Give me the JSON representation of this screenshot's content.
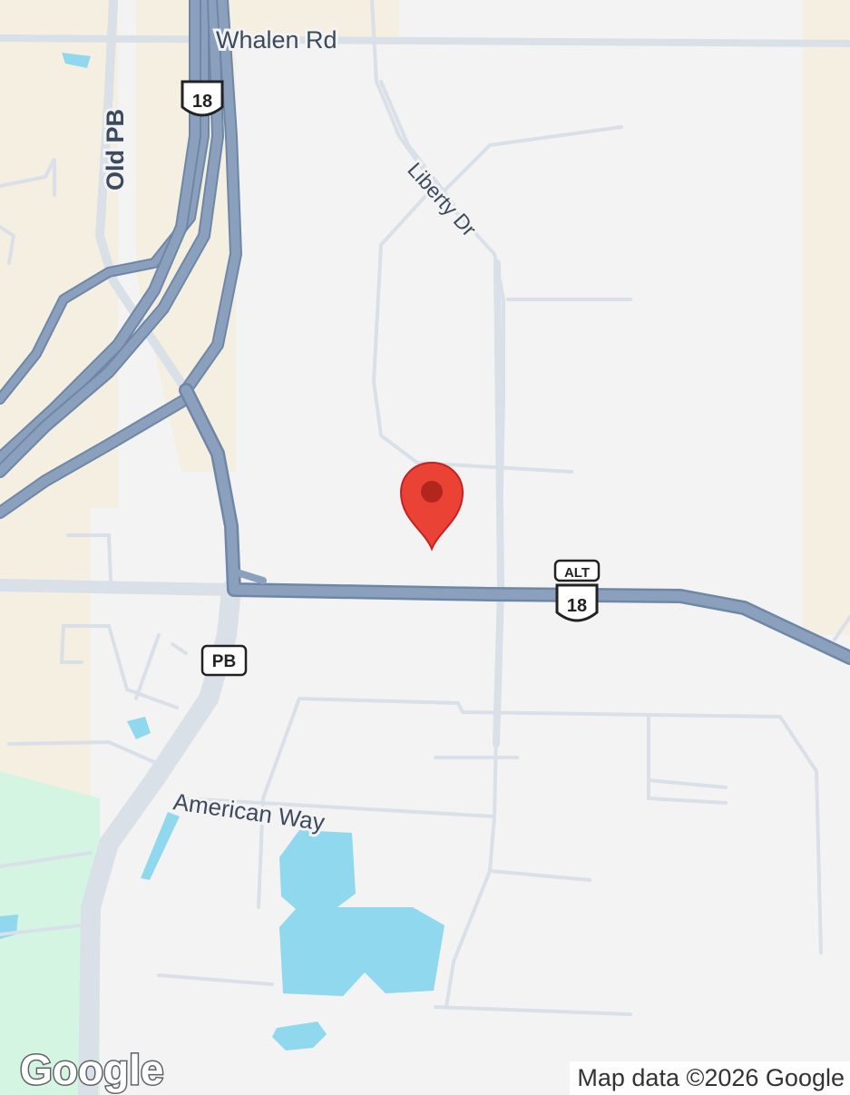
{
  "map": {
    "roads": {
      "whalen": "Whalen Rd",
      "old_pb": "Old PB",
      "liberty": "Liberty Dr",
      "american": "American Way"
    },
    "shields": {
      "us18_top": "18",
      "alt_label": "ALT",
      "alt18": "18",
      "pb": "PB"
    },
    "marker": "location-pin",
    "colors": {
      "highway": "#8aa0bd",
      "highway_edge": "#6f87a6",
      "local_road": "#d9e0e8",
      "background": "#f3f3f3",
      "sand": "#f5efe1",
      "park": "#d5f5e3",
      "water": "#8fd8ee",
      "marker": "#ea4335"
    }
  },
  "branding": {
    "logo": "Google",
    "attribution": "Map data ©2026 Google"
  }
}
